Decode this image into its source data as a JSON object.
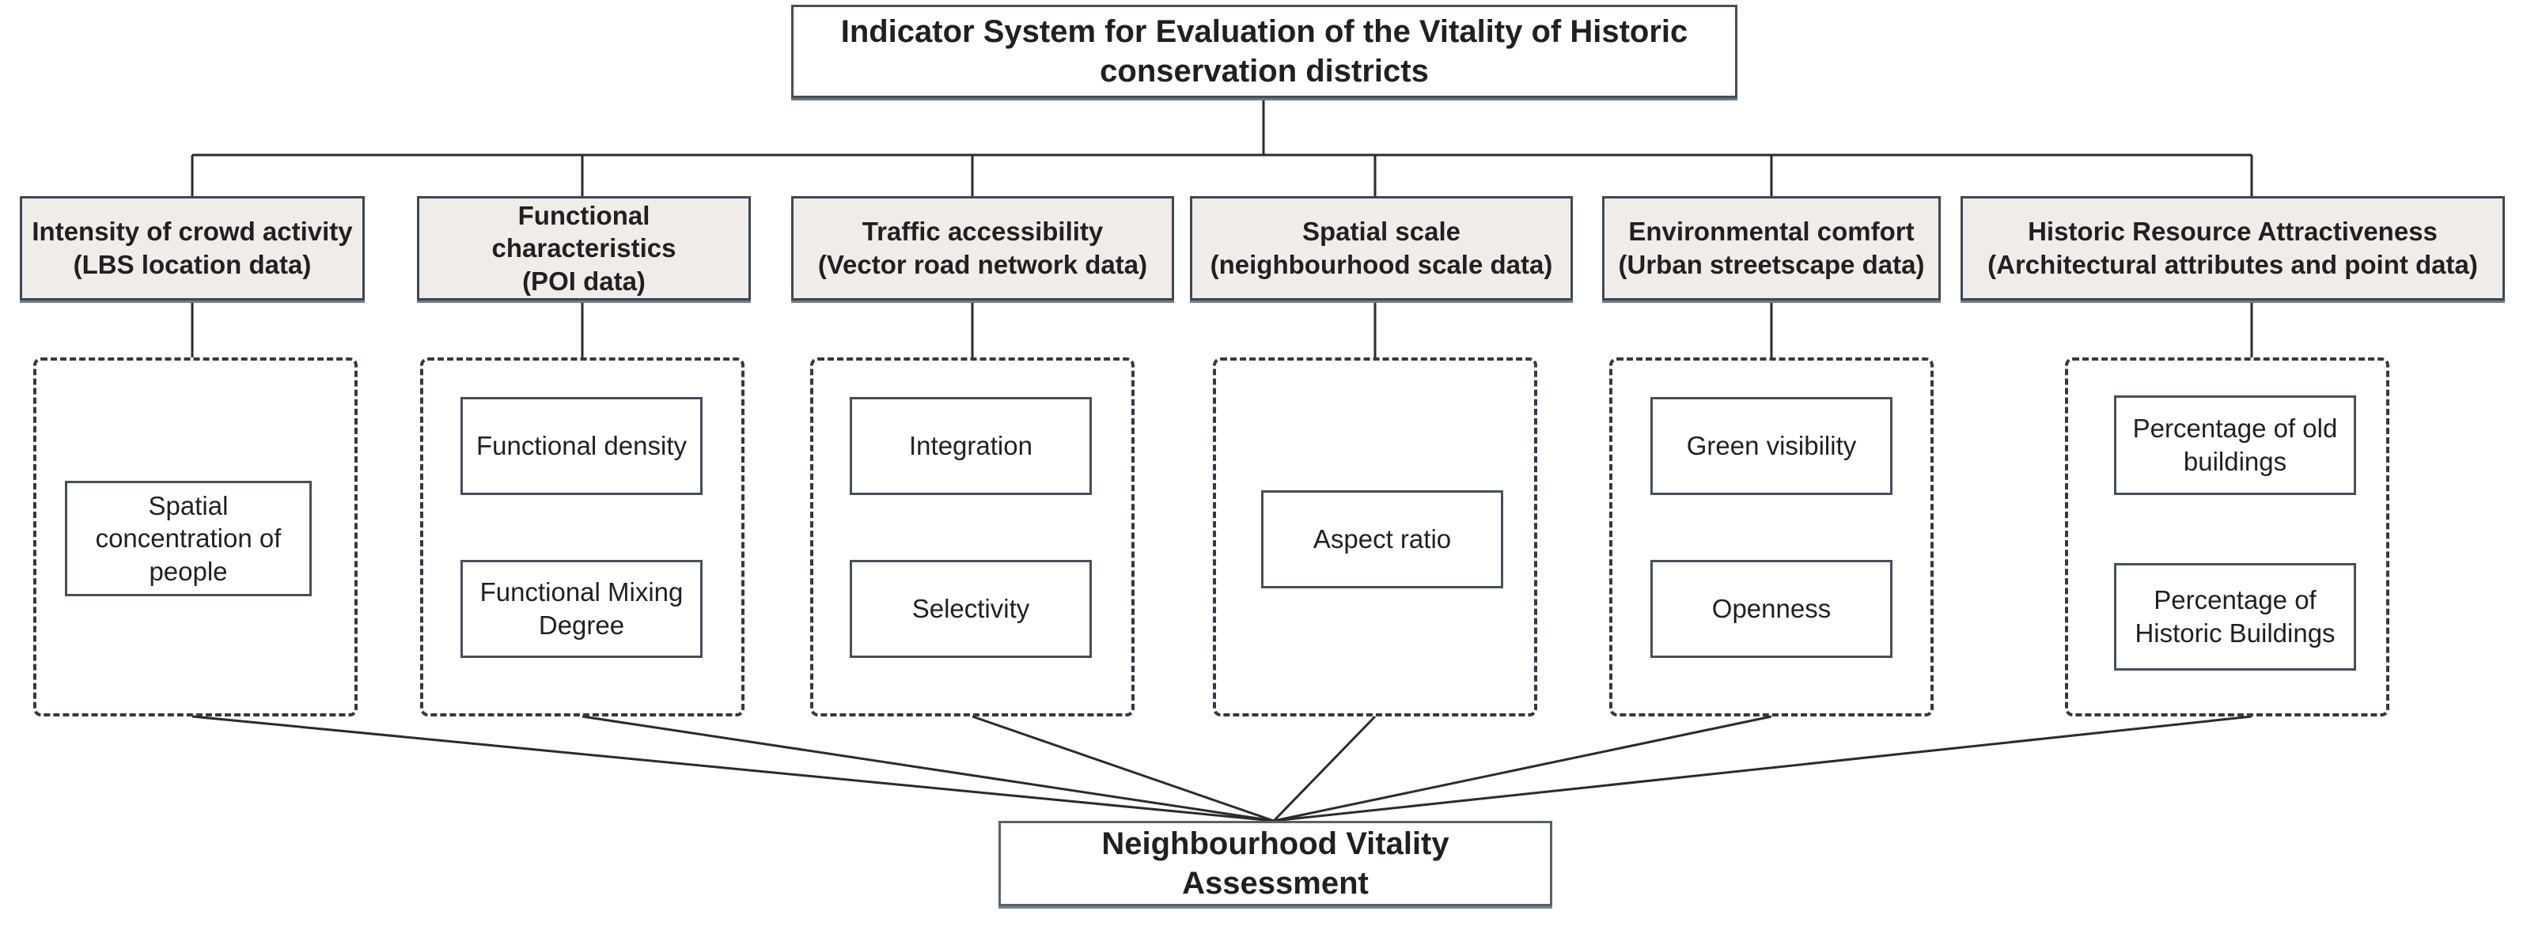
{
  "root": {
    "title": "Indicator System for Evaluation of the Vitality of Historic conservation districts"
  },
  "categories": [
    {
      "name": "Intensity of crowd activity",
      "source": "(LBS location data)",
      "indicators": [
        {
          "label": "Spatial concentration of people"
        }
      ]
    },
    {
      "name": "Functional characteristics",
      "source": "(POI data)",
      "indicators": [
        {
          "label": "Functional density"
        },
        {
          "label": "Functional Mixing Degree"
        }
      ]
    },
    {
      "name": "Traffic accessibility",
      "source": "(Vector road network data)",
      "indicators": [
        {
          "label": "Integration"
        },
        {
          "label": "Selectivity"
        }
      ]
    },
    {
      "name": "Spatial scale",
      "source": "(neighbourhood scale data)",
      "indicators": [
        {
          "label": "Aspect ratio"
        }
      ]
    },
    {
      "name": "Environmental comfort",
      "source": "(Urban streetscape data)",
      "indicators": [
        {
          "label": "Green visibility"
        },
        {
          "label": "Openness"
        }
      ]
    },
    {
      "name": "Historic Resource Attractiveness",
      "source": "(Architectural attributes and point data)",
      "indicators": [
        {
          "label": "Percentage of old buildings"
        },
        {
          "label": "Percentage of Historic Buildings"
        }
      ]
    }
  ],
  "result": {
    "title": "Neighbourhood Vitality Assessment"
  },
  "colors": {
    "background": "#ffffff",
    "box_stroke": "#44505a",
    "category_fill": "#efece9",
    "dashed_stroke": "#2f3a44",
    "connector": "#2b2b2b",
    "text": "#231f20"
  }
}
